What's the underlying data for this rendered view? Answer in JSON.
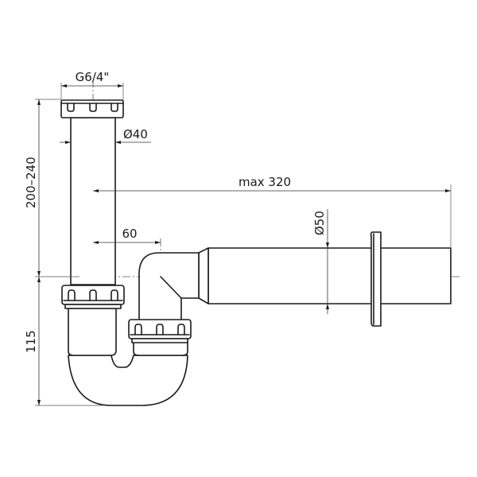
{
  "drawing": {
    "title": "Bottle trap with horizontal outlet — dimension drawing",
    "line_color": "#1a1a1a",
    "background": "#ffffff"
  },
  "dimensions": {
    "thread": {
      "label": "G6/4\""
    },
    "inlet_diameter": {
      "label": "Ø40"
    },
    "outlet_diameter": {
      "label": "Ø50"
    },
    "outlet_length": {
      "label": "max 320"
    },
    "offset": {
      "label": "60"
    },
    "upper_height": {
      "label": "200–240"
    },
    "lower_height": {
      "label": "115"
    }
  },
  "components": [
    "top-nut",
    "vertical-inlet-pipe",
    "upper-union-nut",
    "u-bend",
    "lower-union-nut",
    "elbow",
    "reducer",
    "horizontal-outlet-pipe",
    "wall-flange"
  ]
}
